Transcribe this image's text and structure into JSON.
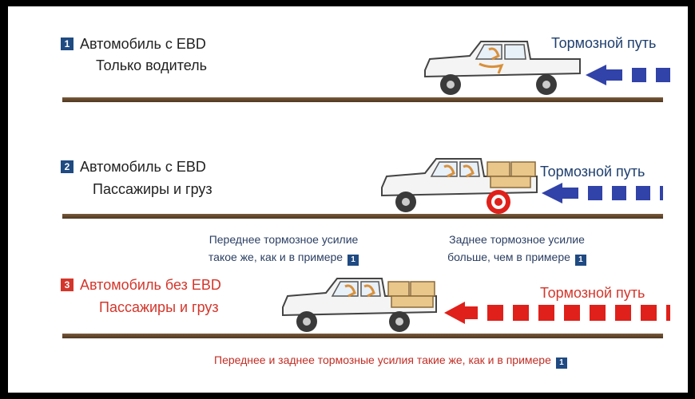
{
  "rows": [
    {
      "num": "1",
      "line1": "Автомобиль с EBD",
      "line2": "Только водитель",
      "distance_label": "Тормозной путь"
    },
    {
      "num": "2",
      "line1": "Автомобиль с EBD",
      "line2": "Пассажиры и груз",
      "distance_label": "Тормозной путь"
    },
    {
      "num": "3",
      "line1": "Автомобиль без EBD",
      "line2": "Пассажиры и груз",
      "distance_label": "Тормозной путь"
    }
  ],
  "notes": {
    "front_line1": "Переднее тормозное усилие",
    "front_line2": "такое же, как и в примере",
    "front_ref": "1",
    "rear_line1": "Заднее тормозное усилие",
    "rear_line2": "больше, чем в примере",
    "rear_ref": "1",
    "row3": "Переднее и заднее тормозные усилия такие же, как и в примере",
    "row3_ref": "1"
  },
  "colors": {
    "badge_blue": "#1f4a82",
    "accent_red": "#d4362b",
    "arrow_blue": "#3142a8",
    "arrow_red": "#e0201a",
    "road_brown": "#5e4429"
  }
}
